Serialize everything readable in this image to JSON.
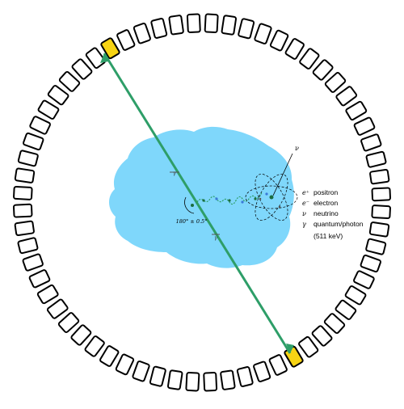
{
  "ring": {
    "detector_count": 64
  },
  "annotations": {
    "angle_label": "180° ± 0.5°",
    "neutrino_symbol": "ν"
  },
  "legend": [
    {
      "symbol": "e⁺",
      "label": "positron"
    },
    {
      "symbol": "e⁻",
      "label": "electron"
    },
    {
      "symbol": "ν",
      "label": "neutrino"
    },
    {
      "symbol": "γ",
      "label": "quantum/photon"
    }
  ],
  "legend_extra": "(511 keV)",
  "colors": {
    "tissue": "#7fd7fb",
    "beam": "#2e9e68",
    "active_detector": "#f7d414",
    "detector_fill": "#ffffff",
    "detector_stroke": "#000000",
    "electron_path": "#3a7ad8"
  }
}
